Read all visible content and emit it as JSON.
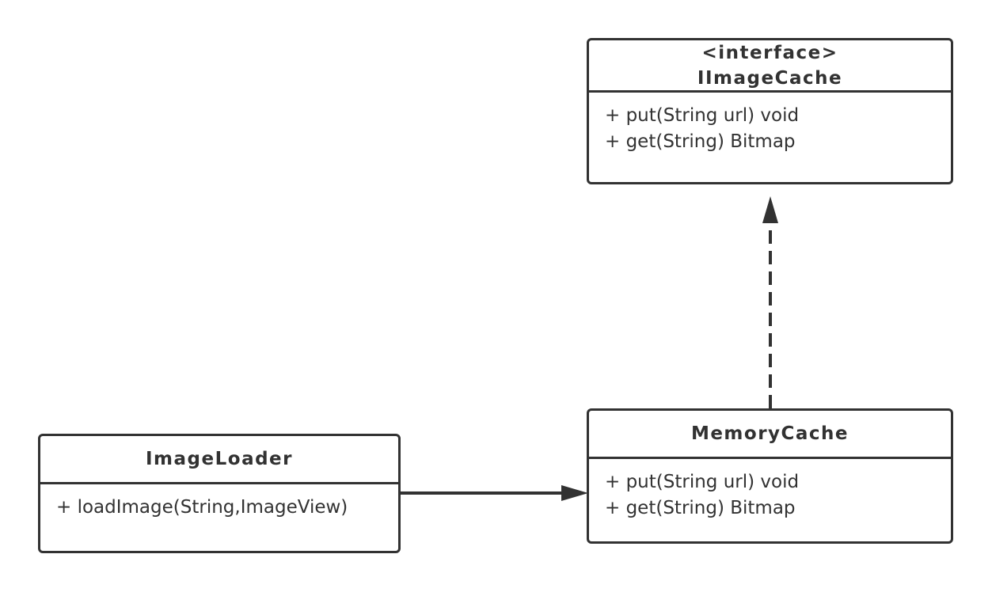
{
  "classes": {
    "iimagecache": {
      "stereotype": "<interface>",
      "name": "IImageCache",
      "members": [
        "+ put(String url) void",
        "+ get(String) Bitmap"
      ]
    },
    "memorycache": {
      "name": "MemoryCache",
      "members": [
        "+ put(String url) void",
        "+ get(String) Bitmap"
      ]
    },
    "imageloader": {
      "name": "ImageLoader",
      "members": [
        "+ loadImage(String,ImageView)"
      ]
    }
  },
  "relationships": [
    {
      "from": "memorycache",
      "to": "iimagecache",
      "type": "realization",
      "line": "dashed"
    },
    {
      "from": "imageloader",
      "to": "memorycache",
      "type": "association",
      "line": "solid"
    }
  ],
  "colors": {
    "stroke": "#323232",
    "background": "#ffffff"
  }
}
